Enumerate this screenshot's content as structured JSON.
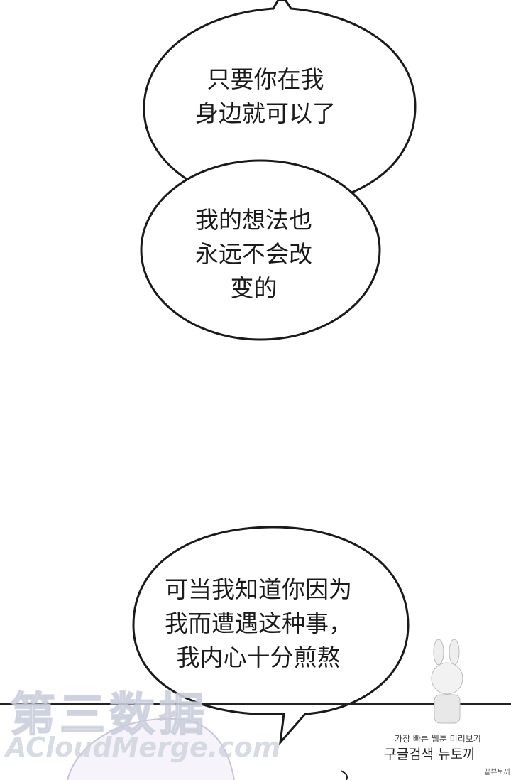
{
  "bubbles": [
    {
      "lines": [
        "只要你在我",
        "身边就可以了"
      ]
    },
    {
      "lines": [
        "我的想法也",
        "永远不会改",
        "变的"
      ]
    },
    {
      "lines": [
        "可当我知道你因为",
        "我而遭遇这种事，",
        "我内心十分煎熬"
      ]
    }
  ],
  "watermarks": {
    "chinese": "第三数据",
    "english": "ACloudMerge.com",
    "korean_line1": "가장 빠른 웹툰 미리보기",
    "korean_line2": "구글검색 뉴토끼",
    "small_tag": "끝뷰토끼"
  }
}
